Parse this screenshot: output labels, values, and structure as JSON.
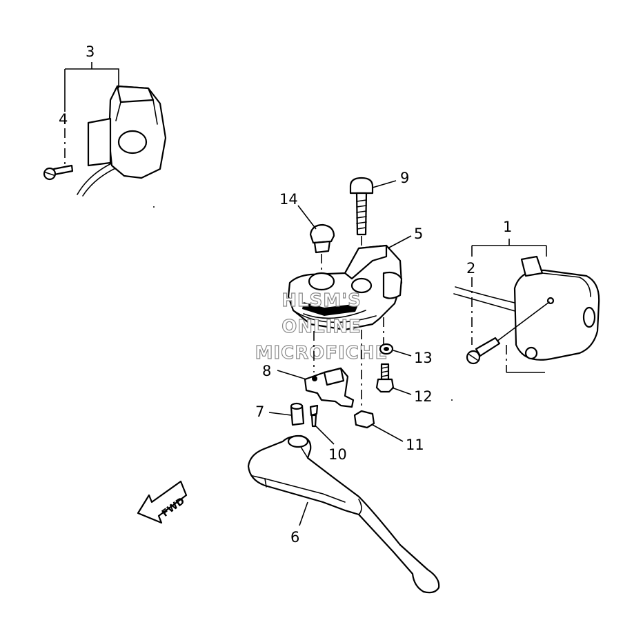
{
  "diagram": {
    "callouts": [
      "1",
      "2",
      "3",
      "4",
      "5",
      "6",
      "7",
      "8",
      "9",
      "10",
      "11",
      "12",
      "13",
      "14"
    ],
    "watermark": [
      "HLSM'S",
      "ONLINE",
      "MICROFICHE"
    ],
    "direction_label": "FWD"
  }
}
